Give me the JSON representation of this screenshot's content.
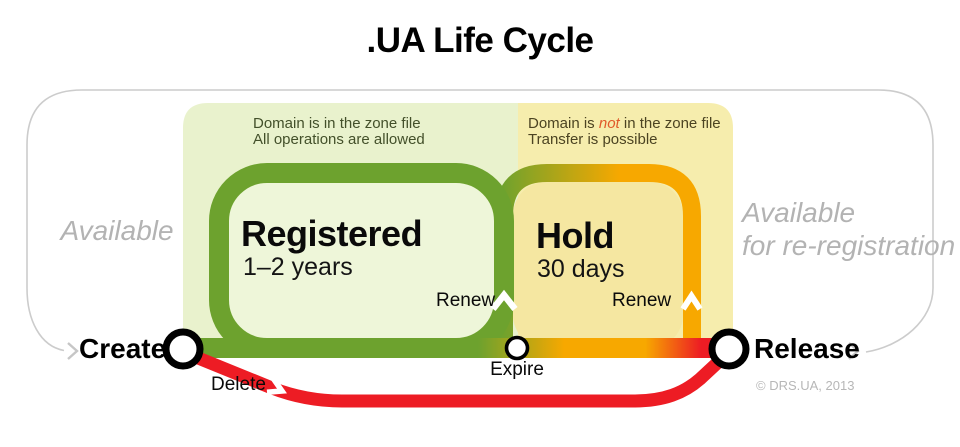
{
  "title": ".UA Life Cycle",
  "copyright": "© DRS.UA, 2013",
  "outer_states": {
    "available": "Available",
    "available_again_line1": "Available",
    "available_again_line2": "for re-registration"
  },
  "registered_zone": {
    "note_line1": "Domain is in the zone file",
    "note_line2": "All operations are allowed",
    "name": "Registered",
    "duration": "1–2 years",
    "renew": "Renew"
  },
  "hold_zone": {
    "note_line1_prefix": "Domain is ",
    "note_line1_em": "not",
    "note_line1_suffix": " in the zone file",
    "note_line2": "Transfer is possible",
    "name": "Hold",
    "duration": "30 days",
    "renew": "Renew"
  },
  "transitions": {
    "create": "Create",
    "expire": "Expire",
    "release": "Release",
    "delete": "Delete"
  },
  "colors": {
    "registered_green": "#6da22e",
    "hold_orange": "#f7a800",
    "delete_red": "#ed1c24",
    "panel_green": "#e9f2cd",
    "panel_yellow": "#f6edad",
    "loop_interior_green": "#eef6d9",
    "loop_interior_yellow": "#f5e7a1",
    "outer_path_gray": "#cccccc",
    "muted_text_gray": "#b3b3b3"
  }
}
